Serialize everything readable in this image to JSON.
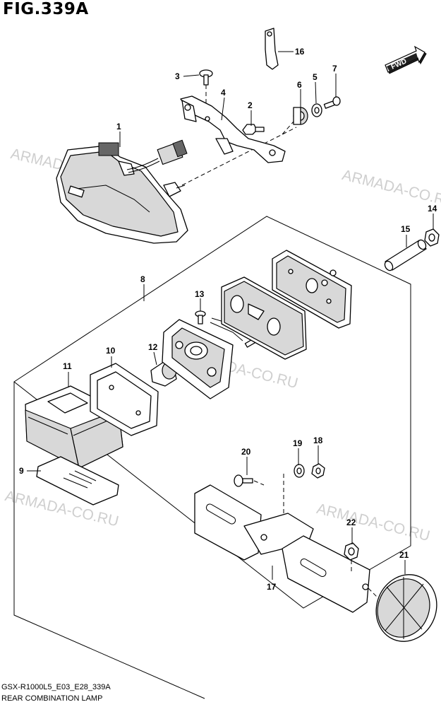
{
  "figure": {
    "title": "FIG.339A",
    "model_code": "GSX-R1000L5_E03_E28_339A",
    "name": "REAR COMBINATION LAMP"
  },
  "direction_badge": "FWD",
  "watermarks": [
    "ARMADA-CO.RU",
    "ARMADA-CO.RU",
    "ARMADA-CO.RU",
    "ARMADA-CO.RU",
    "ARMADA-CO.RU",
    "ARMADA-CO.RU"
  ],
  "callouts": [
    "1",
    "2",
    "3",
    "4",
    "5",
    "6",
    "7",
    "8",
    "9",
    "10",
    "11",
    "12",
    "13",
    "14",
    "15",
    "16",
    "17",
    "18",
    "19",
    "20",
    "21",
    "22"
  ]
}
